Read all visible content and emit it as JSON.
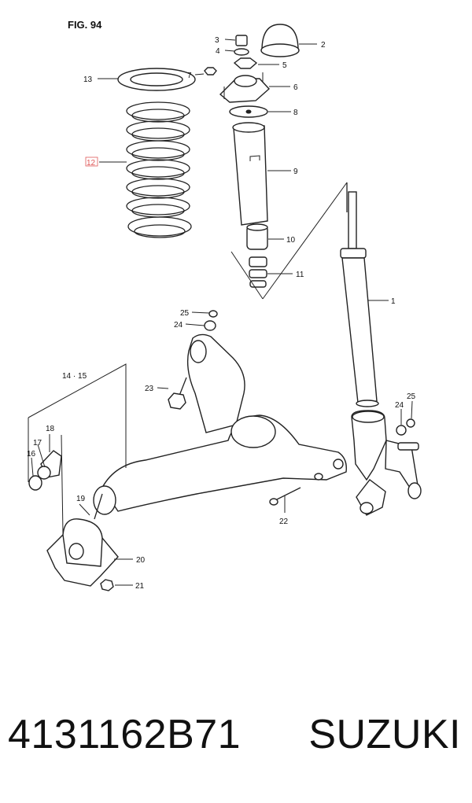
{
  "figure": {
    "title": "FIG. 94"
  },
  "callouts": {
    "c1": "1",
    "c2": "2",
    "c3": "3",
    "c4": "4",
    "c5": "5",
    "c6": "6",
    "c7": "7",
    "c8": "8",
    "c9": "9",
    "c10": "10",
    "c11": "11",
    "c12": "12",
    "c13": "13",
    "c14_15": "14 · 15",
    "c16": "16",
    "c17": "17",
    "c18": "18",
    "c19": "19",
    "c20": "20",
    "c21": "21",
    "c22": "22",
    "c23": "23",
    "c24a": "24",
    "c25a": "25",
    "c24b": "24",
    "c25b": "25"
  },
  "highlight": {
    "part": "12",
    "color": "#e05a5a"
  },
  "caption": {
    "part_number": "4131162B71",
    "brand": "SUZUKI"
  }
}
